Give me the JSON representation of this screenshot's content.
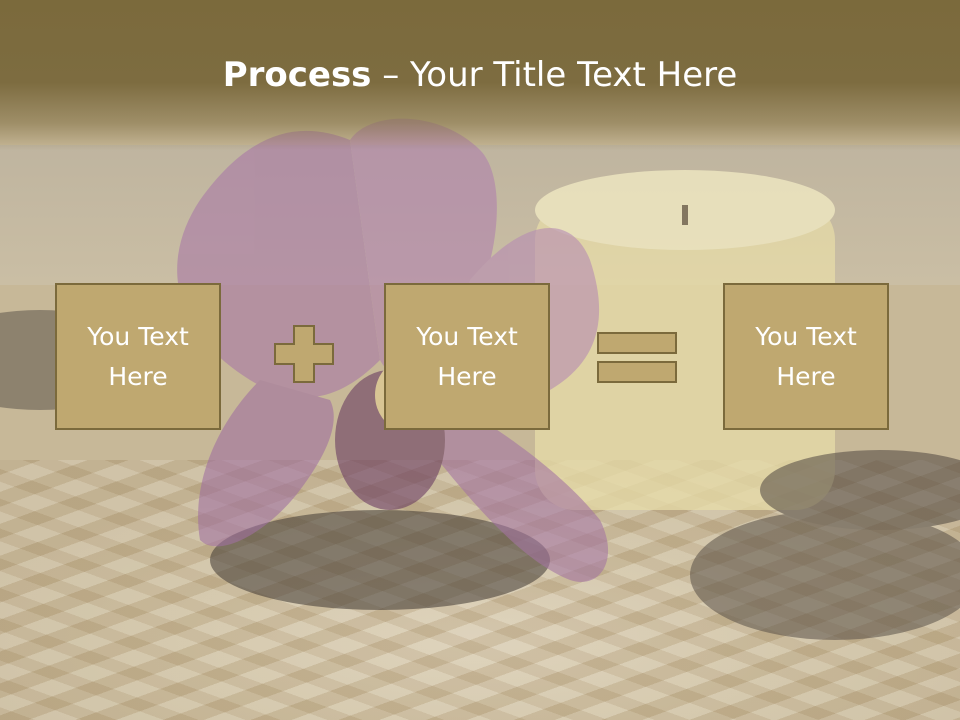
{
  "slide": {
    "title_bold": "Process",
    "title_rest": " – Your Title Text Here"
  },
  "boxes": [
    {
      "text": "You Text Here"
    },
    {
      "text": "You Text Here"
    },
    {
      "text": "You Text Here"
    }
  ],
  "operators": {
    "plus": "plus-sign",
    "equals": "equals-sign"
  },
  "colors": {
    "header": "#7b6a3c",
    "box_fill": "#bfa870",
    "box_border": "#7b6a3c",
    "text": "#ffffff"
  }
}
